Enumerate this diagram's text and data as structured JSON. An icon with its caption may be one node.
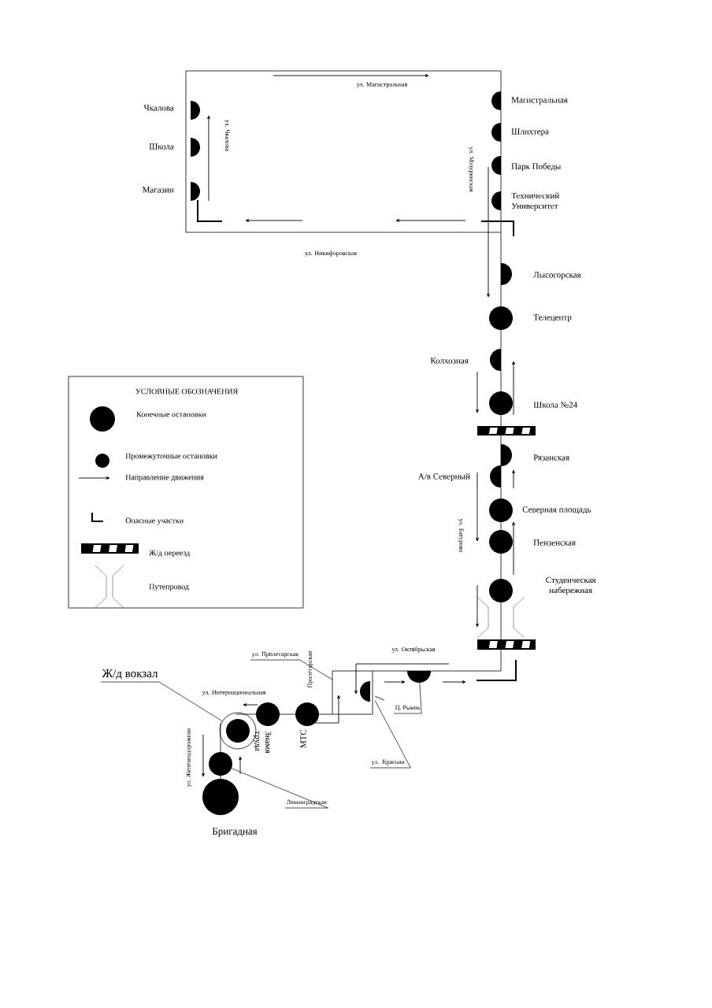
{
  "diagram": {
    "nodes": [
      {
        "text": [],
        "shape": "circle",
        "beside": [
          "Чкалова"
        ]
      },
      {
        "text": [],
        "shape": "circle",
        "beside": [
          "Школа"
        ]
      },
      {
        "text": [],
        "shape": "circle",
        "beside": [
          "Магазин"
        ]
      },
      {
        "text": [],
        "shape": "circle",
        "beside": [
          "Магистральная"
        ]
      },
      {
        "text": [],
        "shape": "circle",
        "beside": [
          "Шлихтера"
        ]
      },
      {
        "text": [],
        "shape": "circle",
        "beside": [
          "Парк Победы"
        ]
      },
      {
        "text": [],
        "shape": "circle",
        "beside": [
          "Технический Университет"
        ]
      },
      {
        "text": [],
        "shape": "circle",
        "beside": [
          "Лысогорская"
        ]
      },
      {
        "text": [],
        "shape": "circle",
        "beside": [
          "Телецентр"
        ]
      },
      {
        "text": [],
        "shape": "circle",
        "beside": [
          "Колхозная"
        ]
      },
      {
        "text": [],
        "shape": "circle",
        "beside": [
          "Школа №24"
        ]
      },
      {
        "text": [],
        "shape": "circle",
        "beside": [
          "Рязанская"
        ]
      },
      {
        "text": [],
        "shape": "circle",
        "beside": [
          "А/в Северный"
        ]
      },
      {
        "text": [],
        "shape": "circle",
        "beside": [
          "Северная площадь"
        ]
      },
      {
        "text": [],
        "shape": "circle",
        "beside": [
          "Пензенская"
        ]
      },
      {
        "text": [],
        "shape": "circle",
        "beside": [
          "Студенческая набережная"
        ]
      },
      {
        "text": [],
        "shape": "circle"
      },
      {
        "text": [],
        "shape": "circle"
      },
      {
        "text": [],
        "shape": "circle",
        "beside": [
          "МТС"
        ]
      },
      {
        "text": [],
        "shape": "circle",
        "beside": [
          "Знамя труда"
        ]
      },
      {
        "text": [],
        "shape": "circle"
      },
      {
        "text": [],
        "shape": "circle"
      },
      {
        "text": [],
        "shape": "circle",
        "beside": [
          "Бригадная"
        ]
      },
      {
        "text": [
          "Ж/д вокзал"
        ]
      },
      {
        "text": [
          "Ленинградская"
        ]
      },
      {
        "text": [
          "Ц. Рынок"
        ]
      },
      {
        "text": [
          "ул. Пролетарская"
        ]
      },
      {
        "text": [
          "ул. Красная"
        ]
      }
    ],
    "edges": [
      {
        "from": 23,
        "to": 20,
        "arrow": "none"
      },
      {
        "from": 24,
        "to": 21,
        "arrow": "none"
      },
      {
        "from": 25,
        "to": 16,
        "arrow": "none"
      },
      {
        "from": 26,
        "to": null,
        "arrow": "none"
      },
      {
        "from": 27,
        "to": 17,
        "arrow": "none"
      }
    ],
    "labels": [
      "ул. Магистральная",
      "ул. Чкалова",
      "ул. Мазуринская",
      "ул. Никифоровская",
      "УСЛОВНЫЕ ОБОЗНАЧЕНИЯ",
      "ул. Батурова",
      "ул. Октябрьская",
      "Пролетарская",
      "ул. Интернациональная",
      "ул. Железнодорожная"
    ],
    "legend": [
      {
        "text": "Конечные остановки"
      },
      {
        "text": "Промежуточные остановки"
      },
      {
        "text": "Направление движения"
      },
      {
        "text": "Опасные участки"
      },
      {
        "text": "Ж/д переезд"
      },
      {
        "text": "Путепровод"
      }
    ]
  }
}
